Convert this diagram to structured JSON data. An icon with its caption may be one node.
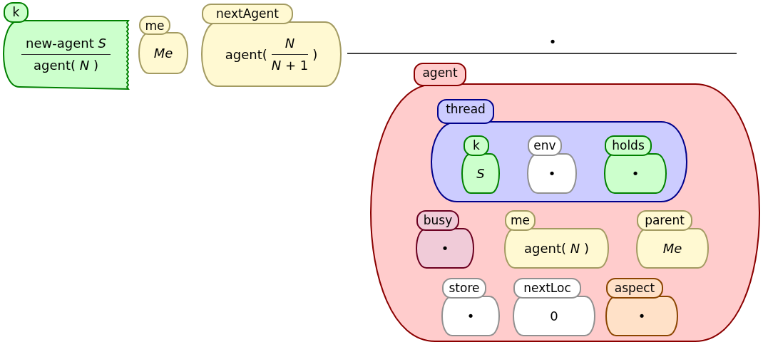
{
  "diagram": {
    "nodes": [
      {
        "text": [
          "k",
          "new-agent *S*",
          "agent( *N* )"
        ]
      },
      {
        "text": [
          "me",
          "Me"
        ]
      },
      {
        "text": [
          "nextAgent",
          "agent(",
          "N",
          "*N* + 1",
          ")"
        ]
      },
      {
        "text": [
          "agent"
        ]
      },
      {
        "text": [
          "thread"
        ],
        "in": 3
      },
      {
        "text": [
          "k",
          "S"
        ],
        "in": 4
      },
      {
        "text": [
          "env",
          "•"
        ],
        "in": 4
      },
      {
        "text": [
          "holds",
          "•"
        ],
        "in": 4
      },
      {
        "text": [
          "busy",
          "•"
        ],
        "in": 3
      },
      {
        "text": [
          "me",
          "agent( *N* )"
        ],
        "in": 3
      },
      {
        "text": [
          "parent",
          "Me"
        ],
        "in": 3
      },
      {
        "text": [
          "store",
          "•"
        ],
        "in": 3
      },
      {
        "text": [
          "nextLoc",
          "0"
        ],
        "in": 3
      },
      {
        "text": [
          "aspect",
          "•"
        ],
        "in": 3
      }
    ],
    "labels": [
      "•"
    ]
  }
}
